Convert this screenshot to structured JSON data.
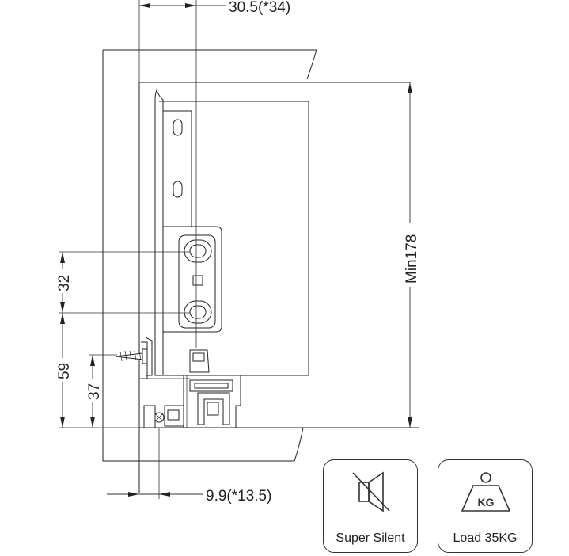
{
  "dimensions": {
    "top_width": "30.5(*34)",
    "bottom_offset": "9.9(*13.5)",
    "min_height": "Min178",
    "hole_spacing": "32",
    "height_59": "59",
    "height_37": "37"
  },
  "badges": {
    "silent_label": "Super Silent",
    "load_label": "Load 35KG",
    "weight_text": "KG"
  },
  "icons": [
    "mute-speaker-icon",
    "weight-icon"
  ]
}
